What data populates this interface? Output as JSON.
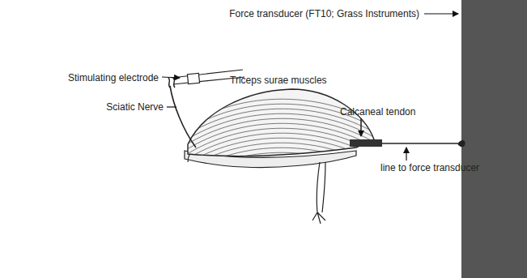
{
  "diagram": {
    "labels": [
      "Force transducer (FT10; Grass Instruments)",
      "Stimulating electrode",
      "Sciatic Nerve",
      "Triceps surae muscles",
      "Calcaneal tendon",
      "line to force transducer"
    ]
  }
}
